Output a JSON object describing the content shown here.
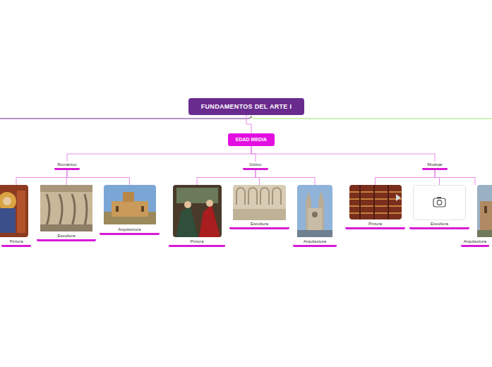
{
  "diagram": {
    "nodes": [
      {
        "text": [
          "FUNDAMENTOS DEL ARTE I"
        ]
      },
      {
        "text": [
          "EDAD MEDIA"
        ]
      },
      {
        "text": [
          "Románico"
        ]
      },
      {
        "text": [
          "Pintura"
        ]
      },
      {
        "text": [
          "Escultura"
        ]
      },
      {
        "text": [
          "Arquitectura"
        ]
      },
      {
        "text": [
          "Gótico"
        ]
      },
      {
        "text": [
          "Pintura"
        ]
      },
      {
        "text": [
          "Escultura"
        ]
      },
      {
        "text": [
          "Arquitectura"
        ]
      },
      {
        "text": [
          "Mudejar"
        ]
      },
      {
        "text": [
          "Pintura"
        ]
      },
      {
        "text": [
          "Escultura"
        ]
      },
      {
        "text": [
          "Arquitectura"
        ]
      }
    ],
    "edges": [
      {
        "from": 0,
        "to": 1,
        "arrow": "none"
      },
      {
        "from": 1,
        "to": 2,
        "arrow": "none"
      },
      {
        "from": 2,
        "to": 3,
        "arrow": "none"
      },
      {
        "from": 2,
        "to": 4,
        "arrow": "none"
      },
      {
        "from": 2,
        "to": 5,
        "arrow": "none"
      },
      {
        "from": 1,
        "to": 6,
        "arrow": "none"
      },
      {
        "from": 6,
        "to": 7,
        "arrow": "none"
      },
      {
        "from": 6,
        "to": 8,
        "arrow": "none"
      },
      {
        "from": 6,
        "to": 9,
        "arrow": "none"
      },
      {
        "from": 1,
        "to": 10,
        "arrow": "none"
      },
      {
        "from": 10,
        "to": 11,
        "arrow": "none"
      },
      {
        "from": 10,
        "to": 12,
        "arrow": "none"
      },
      {
        "from": 10,
        "to": 13,
        "arrow": "none"
      }
    ]
  }
}
